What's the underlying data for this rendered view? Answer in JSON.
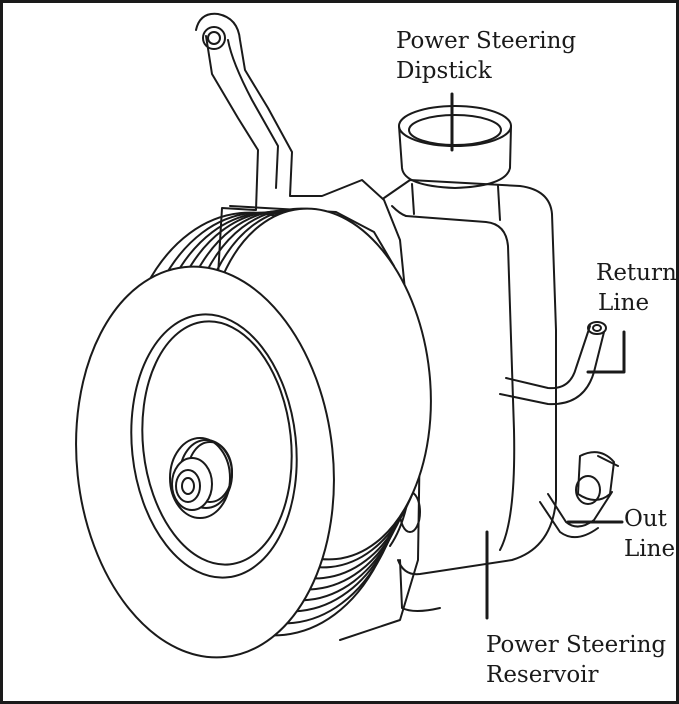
{
  "labels": {
    "dipstick": {
      "line1": "Power Steering",
      "line2": "Dipstick"
    },
    "return_line": {
      "line1": "Return",
      "line2": "Line"
    },
    "out_line": {
      "line1": "Out",
      "line2": "Line"
    },
    "reservoir": {
      "line1": "Power Steering",
      "line2": "Reservoir"
    }
  },
  "colors": {
    "ink": "#1a1a1a",
    "paper": "#ffffff"
  }
}
